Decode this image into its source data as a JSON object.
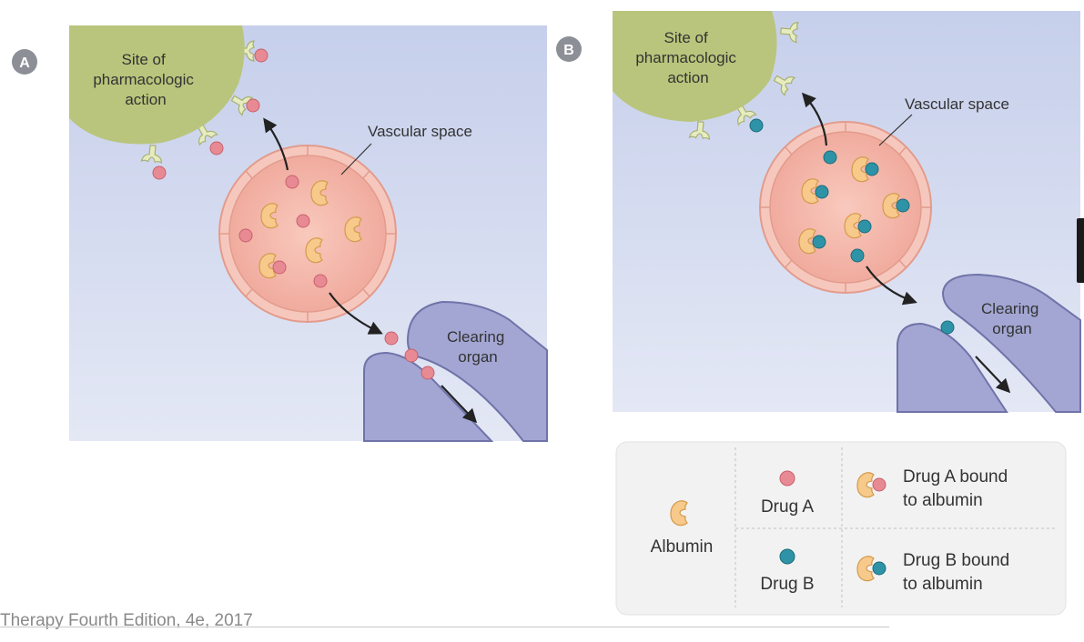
{
  "panel_a": {
    "badge": "A",
    "site_label": [
      "Site of",
      "pharmacologic",
      "action"
    ],
    "vascular_label": "Vascular space",
    "organ_label": [
      "Clearing",
      "organ"
    ]
  },
  "panel_b": {
    "badge": "B",
    "site_label": [
      "Site of",
      "pharmacologic",
      "action"
    ],
    "vascular_label": "Vascular space",
    "organ_label": [
      "Clearing",
      "organ"
    ]
  },
  "legend": {
    "albumin": "Albumin",
    "drug_a": "Drug A",
    "drug_b": "Drug B",
    "drug_a_bound": [
      "Drug A bound",
      "to albumin"
    ],
    "drug_b_bound": [
      "Drug B bound",
      "to albumin"
    ]
  },
  "colors": {
    "panel_bg": "#cbd3ea",
    "site": "#b9c57c",
    "vessel": "#f0b4a8",
    "albumin": "#f7c98a",
    "drug_a": "#e88a94",
    "drug_b": "#2e93a6",
    "organ": "#a3a6d3"
  },
  "caption": "Therapy Fourth Edition, 4e,  2017"
}
